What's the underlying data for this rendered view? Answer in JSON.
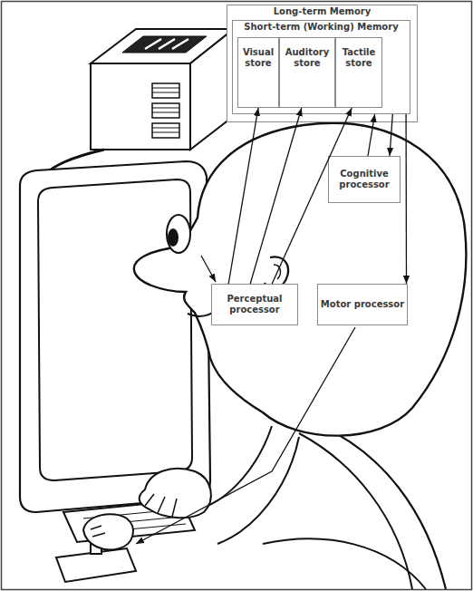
{
  "diagram": {
    "nodes": [
      {
        "text": [
          "Long-term Memory"
        ]
      },
      {
        "text": [
          "Short-term (Working) Memory"
        ],
        "in": 0
      },
      {
        "text": [
          "Visual store"
        ],
        "in": 1
      },
      {
        "text": [
          "Auditory store"
        ],
        "in": 1
      },
      {
        "text": [
          "Tactile store"
        ],
        "in": 1
      },
      {
        "text": [
          "Cognitive processor"
        ]
      },
      {
        "text": [
          "Perceptual processor"
        ]
      },
      {
        "text": [
          "Motor processor"
        ]
      }
    ],
    "edges": [
      {
        "from": 6,
        "to": 2,
        "arrow": "to"
      },
      {
        "from": 6,
        "to": 3,
        "arrow": "to"
      },
      {
        "from": 6,
        "to": 4,
        "arrow": "to"
      },
      {
        "from": 5,
        "to": 1,
        "arrow": "to"
      },
      {
        "from": 1,
        "to": 5,
        "arrow": "to"
      },
      {
        "from": 1,
        "to": 7,
        "arrow": "to"
      }
    ]
  }
}
